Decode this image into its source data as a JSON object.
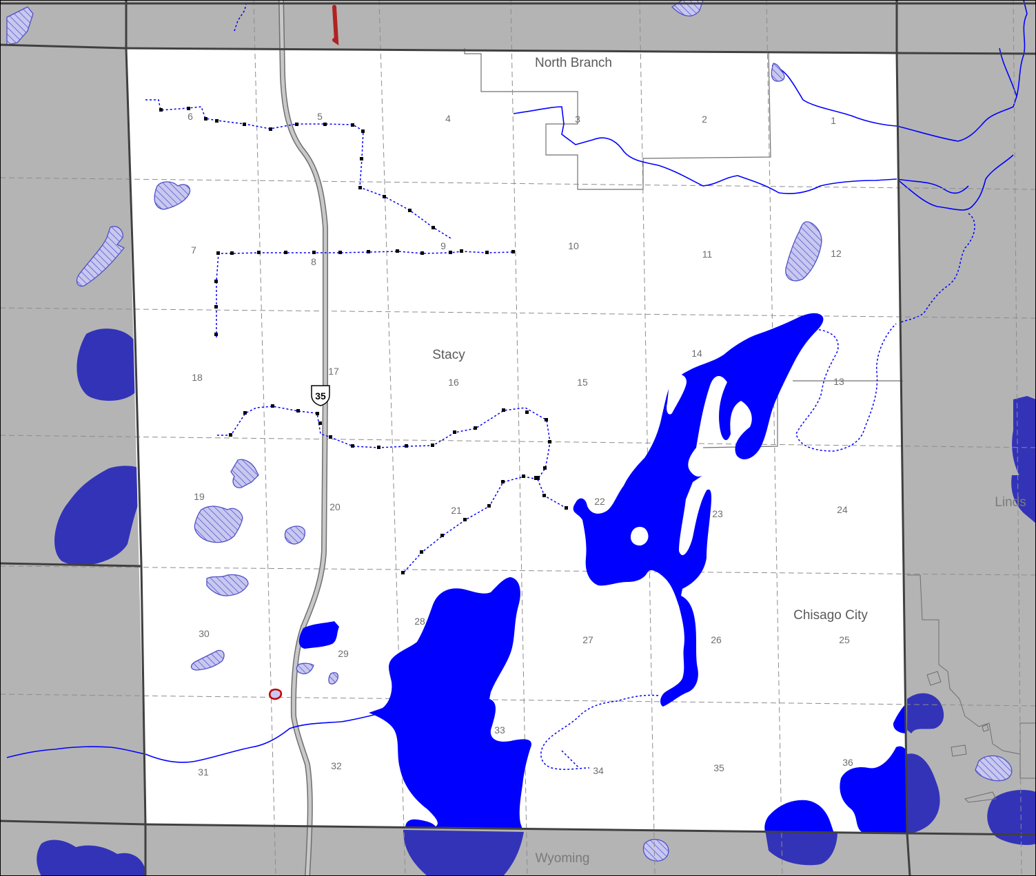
{
  "map": {
    "places": {
      "north_branch": "North Branch",
      "stacy": "Stacy",
      "chisago_city": "Chisago City",
      "wyoming": "Wyoming",
      "linds": "Linds"
    },
    "highway_shield": "35",
    "sections": [
      "1",
      "2",
      "3",
      "4",
      "5",
      "6",
      "7",
      "8",
      "9",
      "10",
      "11",
      "12",
      "13",
      "14",
      "15",
      "16",
      "17",
      "18",
      "19",
      "20",
      "21",
      "22",
      "23",
      "24",
      "25",
      "26",
      "27",
      "28",
      "29",
      "30",
      "31",
      "32",
      "33",
      "34",
      "35",
      "36"
    ],
    "colors": {
      "outside_area": "#b4b4b4",
      "township": "#ffffff",
      "water": "#0000ff",
      "water_outside": "#3333b8",
      "wetland_fill": "#c8c8f0",
      "wetland_hatch": "#5050c8",
      "stream": "#0000ff",
      "ditch_point": "#000000",
      "highway": "#a0a0a0",
      "highway_red": "#b22222",
      "section_line": "#808080",
      "township_line": "#404040"
    },
    "icons": [
      "interstate-shield-icon",
      "red-feature-icon"
    ]
  }
}
